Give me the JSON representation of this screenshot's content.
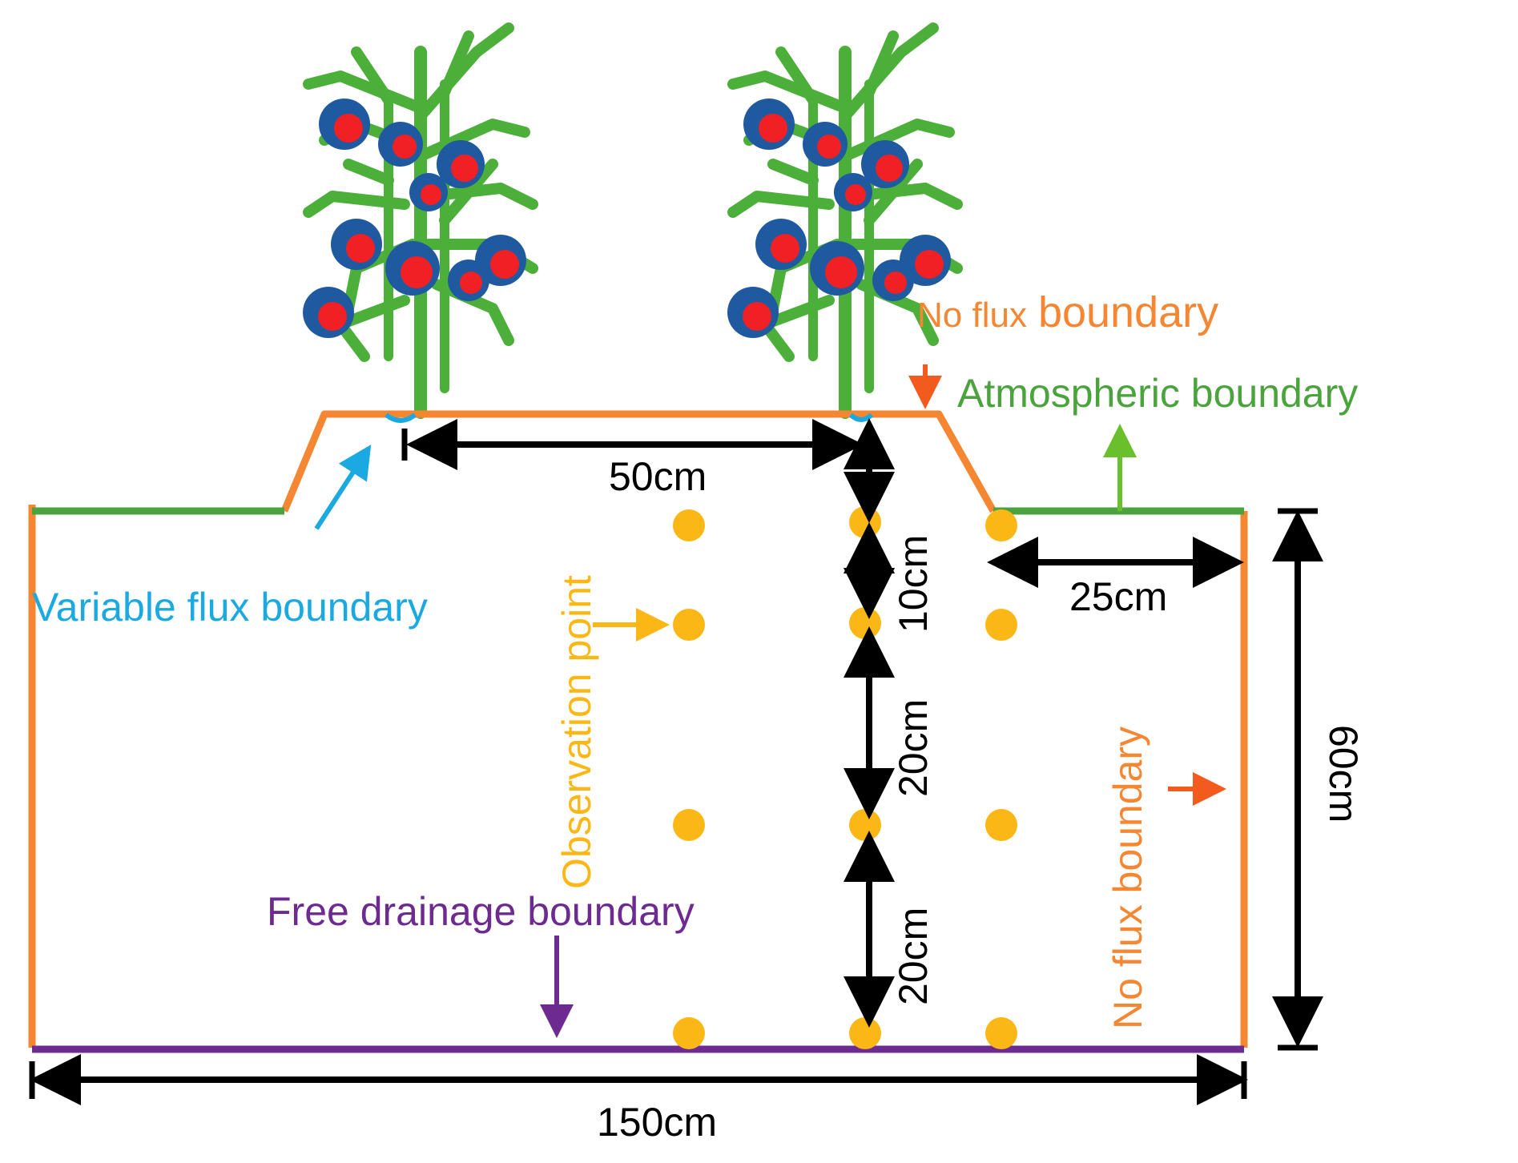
{
  "labels": {
    "no_flux_top_prefix": "No flux",
    "no_flux_top_suffix": "boundary",
    "atmospheric": "Atmospheric boundary",
    "variable_flux": "Variable flux boundary",
    "observation_point": "Observation point",
    "free_drainage": "Free drainage boundary",
    "no_flux_right": "No flux boundary"
  },
  "dimensions": {
    "plant_spacing": "50cm",
    "surface_to_first_point": "10cm",
    "point_spacing_1": "20cm",
    "point_spacing_2": "20cm",
    "shoulder_width": "25cm",
    "total_width": "150cm",
    "total_depth": "60cm"
  },
  "colors": {
    "no_flux": "#f58632",
    "atmospheric": "#4aa33c",
    "variable_flux": "#1ba9e1",
    "observation": "#fbb715",
    "free_drainage": "#6d2a91",
    "no_flux_arrow": "#f25a1e",
    "atmospheric_arrow": "#6abf2d",
    "dimension": "#000000",
    "leaf": "#4caf3a",
    "fruit_outer": "#1f5aa0",
    "fruit_inner": "#f02025"
  },
  "icons": [
    "tomato-plant-icon",
    "tomato-plant-icon"
  ]
}
